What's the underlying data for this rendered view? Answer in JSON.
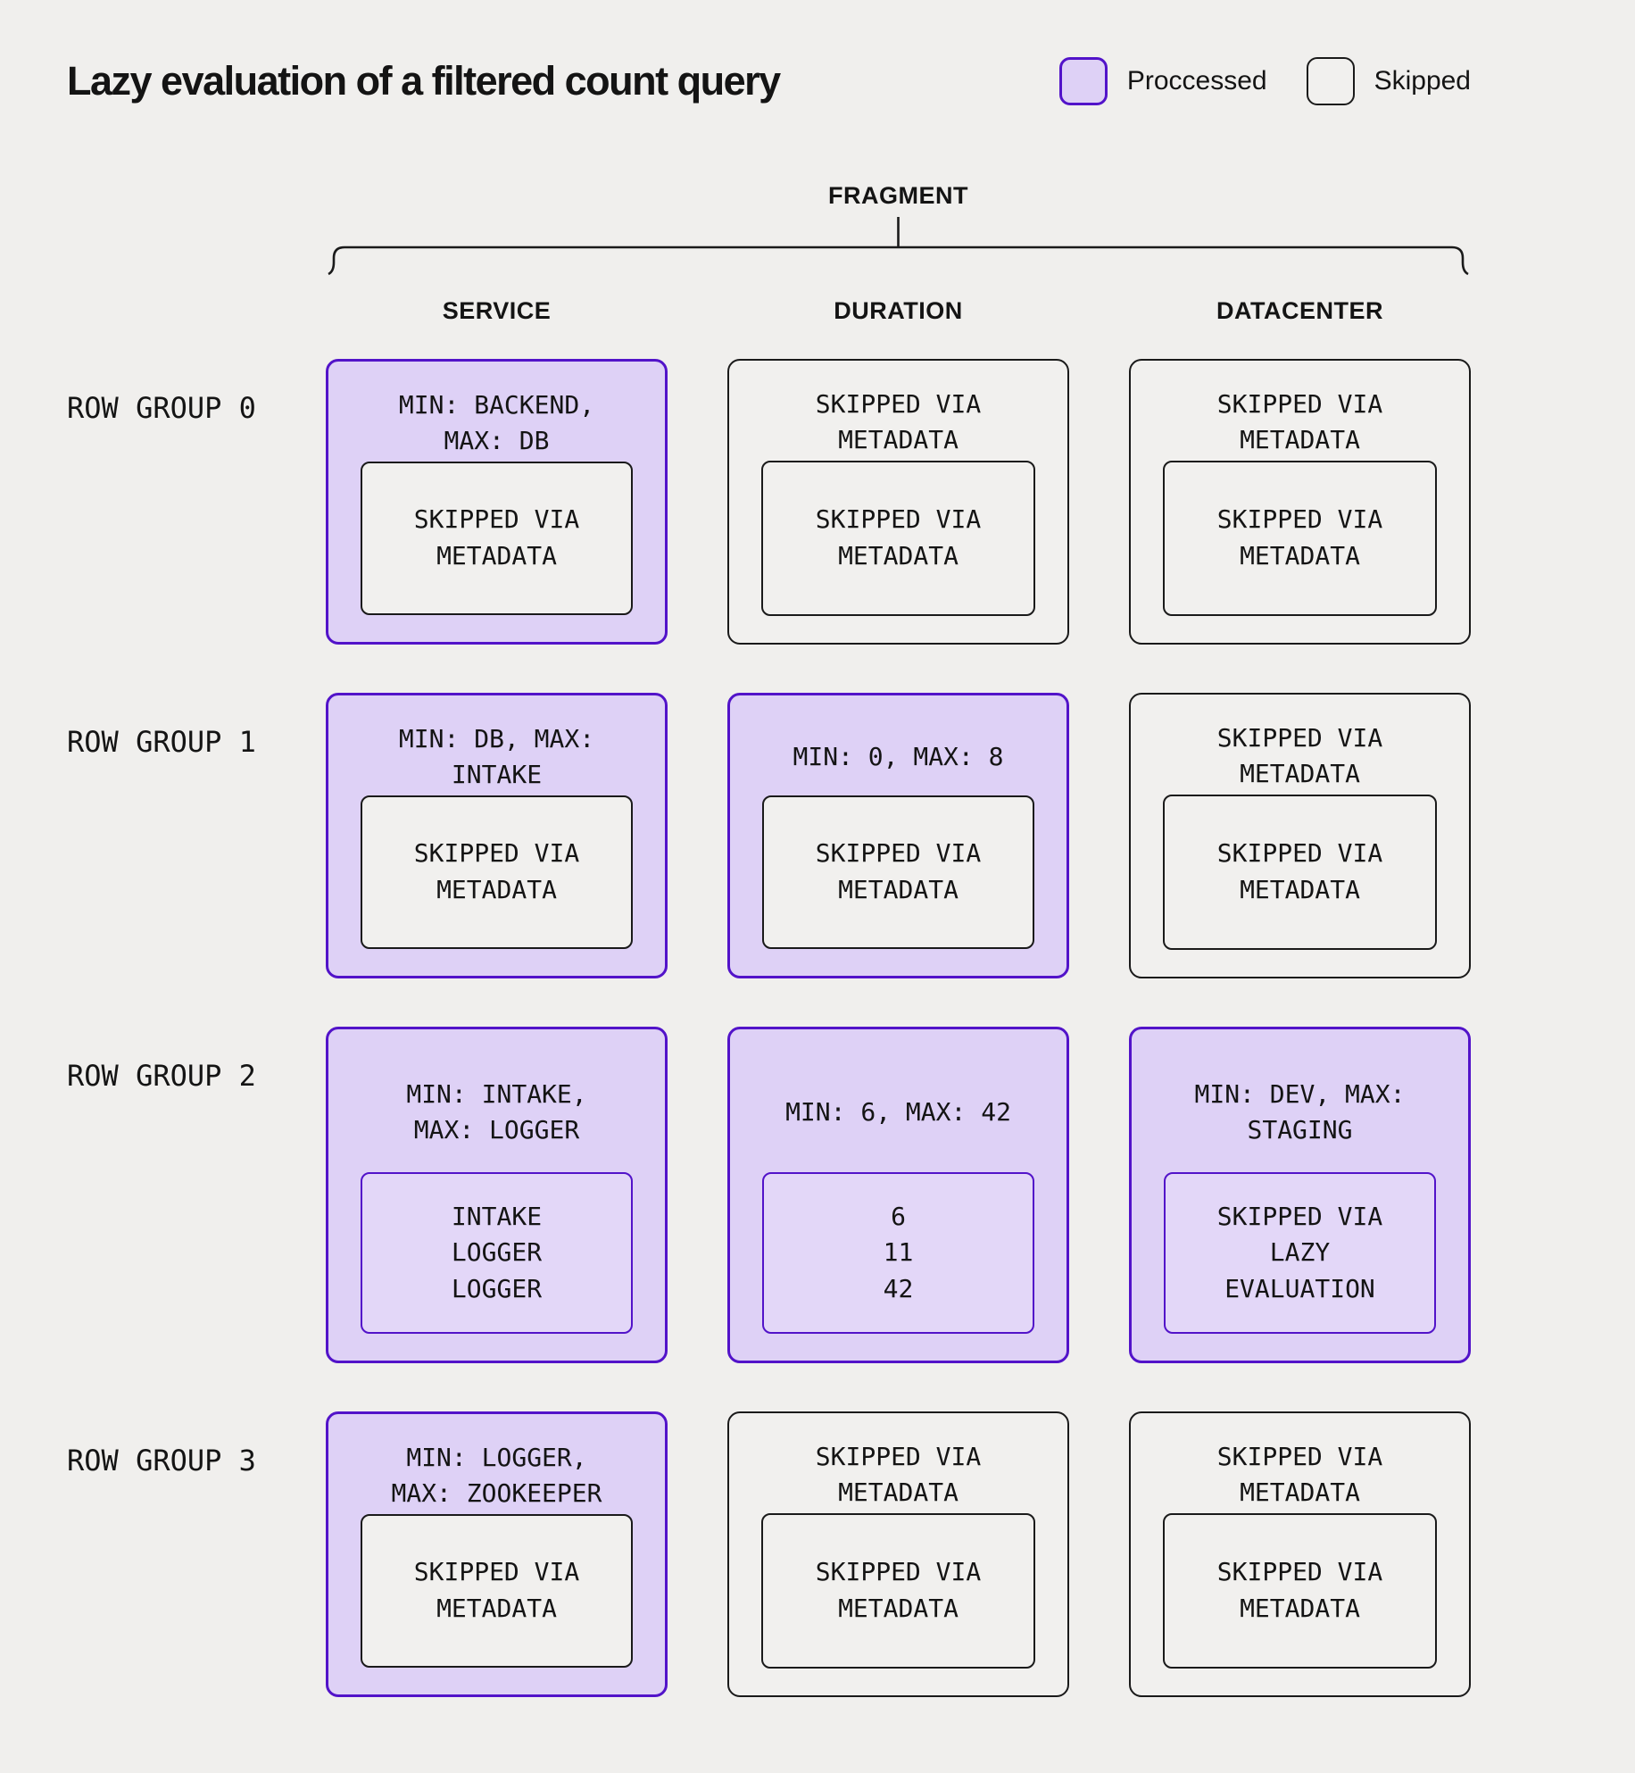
{
  "title": "Lazy evaluation of a filtered count query",
  "legend": [
    {
      "label": "Proccessed",
      "status": "processed"
    },
    {
      "label": "Skipped",
      "status": "skipped"
    }
  ],
  "fragment_label": "FRAGMENT",
  "columns": [
    "SERVICE",
    "DURATION",
    "DATACENTER"
  ],
  "colors": {
    "background": "#F0EFED",
    "processed_fill": "#DED1F6",
    "processed_inner_fill": "#E3D7F8",
    "processed_border": "#5213C9",
    "skipped_fill": "#F1F0EE",
    "skipped_border": "#1A1A1A",
    "text": "#141414"
  },
  "row_groups": [
    {
      "label": "ROW GROUP 0",
      "cells": [
        {
          "column": "SERVICE",
          "status": "processed",
          "header": "MIN: BACKEND,\nMAX: DB",
          "inner": {
            "status": "skipped",
            "text": "SKIPPED VIA\nMETADATA"
          }
        },
        {
          "column": "DURATION",
          "status": "skipped",
          "header": "SKIPPED VIA\nMETADATA",
          "inner": {
            "status": "skipped",
            "text": "SKIPPED VIA\nMETADATA"
          }
        },
        {
          "column": "DATACENTER",
          "status": "skipped",
          "header": "SKIPPED VIA\nMETADATA",
          "inner": {
            "status": "skipped",
            "text": "SKIPPED VIA\nMETADATA"
          }
        }
      ]
    },
    {
      "label": "ROW GROUP 1",
      "cells": [
        {
          "column": "SERVICE",
          "status": "processed",
          "header": "MIN: DB, MAX:\nINTAKE",
          "inner": {
            "status": "skipped",
            "text": "SKIPPED VIA\nMETADATA"
          }
        },
        {
          "column": "DURATION",
          "status": "processed",
          "header": "MIN: 0, MAX: 8",
          "inner": {
            "status": "skipped",
            "text": "SKIPPED VIA\nMETADATA"
          }
        },
        {
          "column": "DATACENTER",
          "status": "skipped",
          "header": "SKIPPED VIA\nMETADATA",
          "inner": {
            "status": "skipped",
            "text": "SKIPPED VIA\nMETADATA"
          }
        }
      ]
    },
    {
      "label": "ROW GROUP 2",
      "cells": [
        {
          "column": "SERVICE",
          "status": "processed",
          "header": "MIN: INTAKE,\nMAX: LOGGER",
          "inner": {
            "status": "processed",
            "text": "INTAKE\nLOGGER\nLOGGER"
          }
        },
        {
          "column": "DURATION",
          "status": "processed",
          "header": "MIN: 6, MAX: 42",
          "inner": {
            "status": "processed",
            "text": "6\n11\n42"
          }
        },
        {
          "column": "DATACENTER",
          "status": "processed",
          "header": "MIN: DEV, MAX:\nSTAGING",
          "inner": {
            "status": "processed",
            "text": "SKIPPED VIA\nLAZY\nEVALUATION"
          }
        }
      ]
    },
    {
      "label": "ROW GROUP 3",
      "cells": [
        {
          "column": "SERVICE",
          "status": "processed",
          "header": "MIN: LOGGER,\nMAX: ZOOKEEPER",
          "inner": {
            "status": "skipped",
            "text": "SKIPPED VIA\nMETADATA"
          }
        },
        {
          "column": "DURATION",
          "status": "skipped",
          "header": "SKIPPED VIA\nMETADATA",
          "inner": {
            "status": "skipped",
            "text": "SKIPPED VIA\nMETADATA"
          }
        },
        {
          "column": "DATACENTER",
          "status": "skipped",
          "header": "SKIPPED VIA\nMETADATA",
          "inner": {
            "status": "skipped",
            "text": "SKIPPED VIA\nMETADATA"
          }
        }
      ]
    }
  ]
}
